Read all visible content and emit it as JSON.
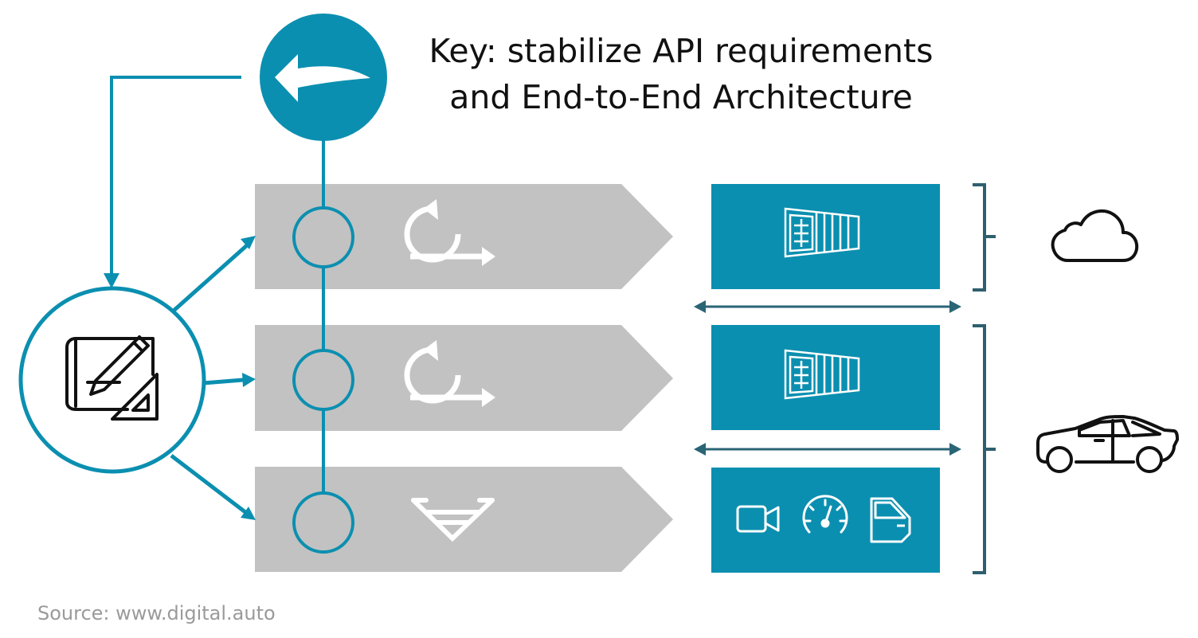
{
  "title": {
    "line1": "Key: stabilize API requirements",
    "line2": "and End-to-End Architecture"
  },
  "source": "Source: www.digital.auto",
  "colors": {
    "teal": "#0b8fb0",
    "gray_band": "#c2c2c2",
    "bracket": "#2f5f6e",
    "arrow": "#2a6576",
    "icon_dark": "#111111",
    "white": "#ffffff",
    "source_text": "#9a9a9a"
  },
  "icons": {
    "back": "back-arrow-icon",
    "design": "blueprint-pencil-ruler-icon",
    "cycle": "iteration-cycle-icon",
    "waterfall": "v-model-icon",
    "container": "container-icon",
    "camera": "camera-icon",
    "speedometer": "speedometer-icon",
    "door": "car-door-icon",
    "cloud": "cloud-icon",
    "car": "car-icon"
  }
}
